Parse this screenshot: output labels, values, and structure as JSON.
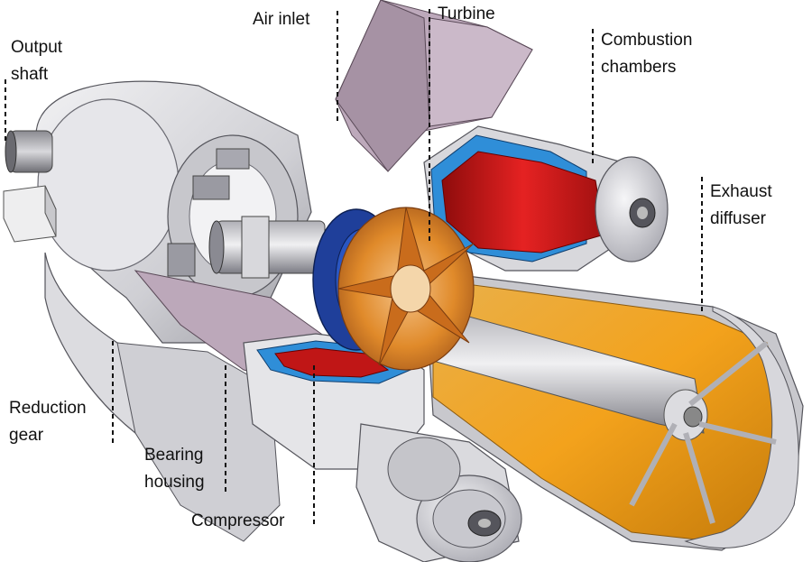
{
  "labels": {
    "output_shaft": [
      "Output",
      "shaft"
    ],
    "air_inlet": "Air inlet",
    "turbine": "Turbine",
    "combustion_chambers": [
      "Combustion",
      "chambers"
    ],
    "exhaust_diffuser": [
      "Exhaust",
      "diffuser"
    ],
    "reduction_gear": [
      "Reduction",
      "gear"
    ],
    "bearing_housing": [
      "Bearing",
      "housing"
    ],
    "compressor": "Compressor"
  },
  "colors": {
    "casing_grey": "#d9d9dc",
    "casing_dark": "#9a9aa2",
    "mauve_housing": "#b9a4b6",
    "combustion_red": "#d01818",
    "cooling_blue": "#2a8ad6",
    "compressor_blue": "#1f3f9a",
    "turbine_orange": "#e08a2a",
    "exhaust_orange": "#f0a020",
    "leader_line": "#111111"
  },
  "icons": {
    "diagram": "gas-turbine-cutaway"
  }
}
